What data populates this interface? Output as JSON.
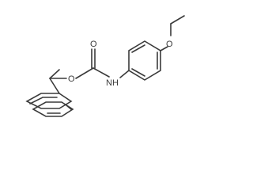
{
  "molecule": {
    "atoms": {
      "carbonyl_oxygen": "O",
      "ester_oxygen": "O",
      "amide_nitrogen": "NH",
      "ether_oxygen": "O"
    }
  }
}
